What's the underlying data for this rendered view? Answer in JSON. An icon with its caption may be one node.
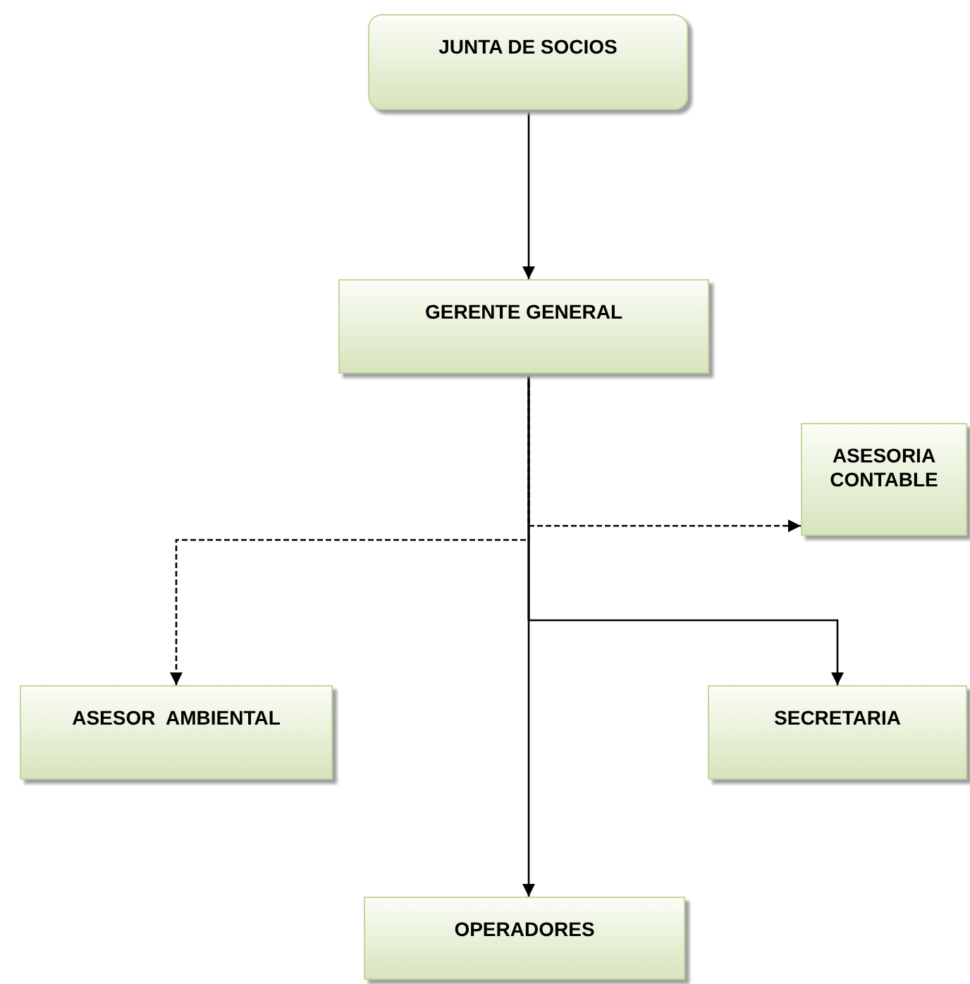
{
  "diagram": {
    "nodes": [
      {
        "text": [
          "JUNTA DE SOCIOS"
        ]
      },
      {
        "text": [
          "GERENTE GENERAL"
        ]
      },
      {
        "text": [
          "ASESORIA CONTABLE"
        ]
      },
      {
        "text": [
          "ASESOR  AMBIENTAL"
        ]
      },
      {
        "text": [
          "SECRETARIA"
        ]
      },
      {
        "text": [
          "OPERADORES"
        ]
      }
    ],
    "edges": [
      {
        "from": 0,
        "to": 1,
        "arrow": "to"
      },
      {
        "from": 1,
        "to": 2,
        "arrow": "to",
        "style": "dashed"
      },
      {
        "from": 1,
        "to": 3,
        "arrow": "to",
        "style": "dashed"
      },
      {
        "from": 1,
        "to": 4,
        "arrow": "to"
      },
      {
        "from": 1,
        "to": 5,
        "arrow": "to"
      }
    ]
  }
}
